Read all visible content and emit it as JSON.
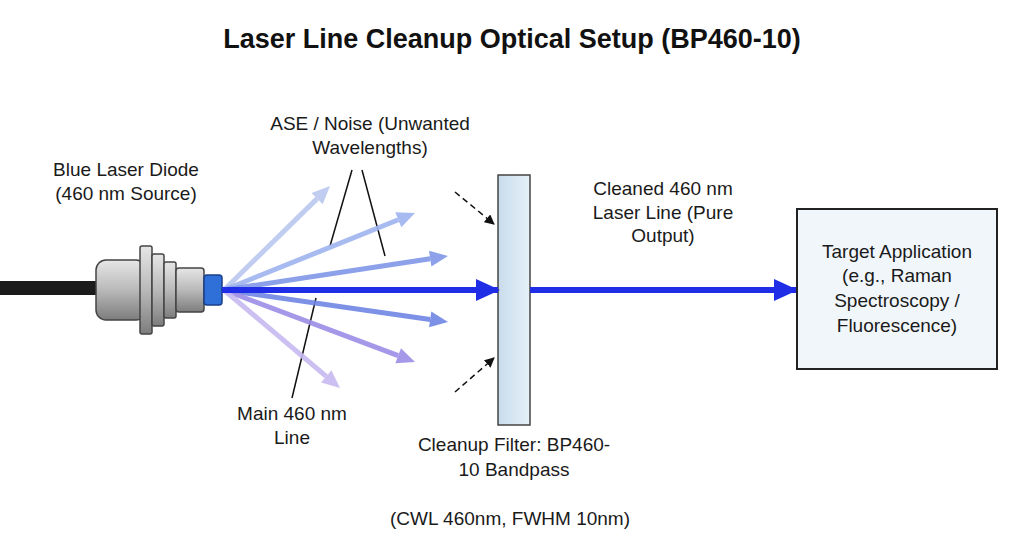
{
  "diagram": {
    "title": "Laser Line Cleanup Optical Setup (BP460-10)",
    "caption": "(CWL 460nm, FWHM 10nm)",
    "nodes": [
      {
        "text": [
          "Blue Laser Diode (460 nm Source)"
        ]
      },
      {
        "text": [
          "Cleanup Filter: BP460-10 Bandpass"
        ]
      },
      {
        "text": [
          "Target Application (e.g., Raman Spectroscopy / Fluorescence)"
        ]
      }
    ],
    "edges": [
      {
        "from": 0,
        "to": 1,
        "arrow": "to"
      },
      {
        "from": 1,
        "to": 2,
        "label": "Cleaned 460 nm Laser Line (Pure Output)",
        "arrow": "to"
      }
    ],
    "labels": [
      "ASE / Noise (Unwanted Wavelengths)",
      "Main 460 nm Line"
    ]
  }
}
